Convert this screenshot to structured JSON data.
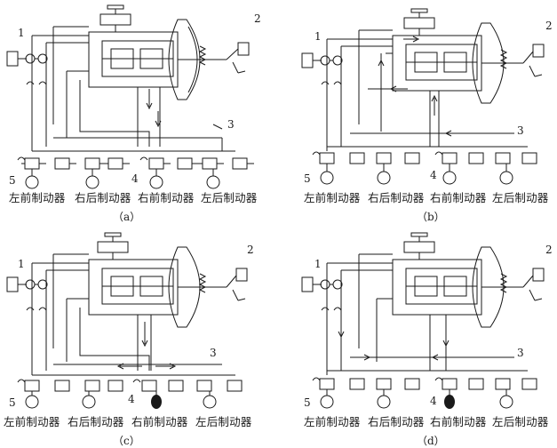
{
  "panels": [
    {
      "caption": "（a）",
      "wheel_labels": [
        "左前制动器",
        "右后制动器",
        "右前制动器",
        "左后制动器"
      ],
      "numbers": {
        "n1": "1",
        "n2": "2",
        "n3": "3",
        "n4": "4",
        "n5": "5"
      }
    },
    {
      "caption": "（b）",
      "wheel_labels": [
        "左前制动器",
        "右后制动器",
        "右前制动器",
        "左后制动器"
      ],
      "numbers": {
        "n1": "1",
        "n2": "2",
        "n3": "3",
        "n4": "4",
        "n5": "5"
      }
    },
    {
      "caption": "（c）",
      "wheel_labels": [
        "左前制动器",
        "右后制动器",
        "右前制动器",
        "左后制动器"
      ],
      "numbers": {
        "n1": "1",
        "n2": "2",
        "n3": "3",
        "n4": "4",
        "n5": "5"
      }
    },
    {
      "caption": "（d）",
      "wheel_labels": [
        "左前制动器",
        "右后制动器",
        "右前制动器",
        "左后制动器"
      ],
      "numbers": {
        "n1": "1",
        "n2": "2",
        "n3": "3",
        "n4": "4",
        "n5": "5"
      }
    }
  ],
  "colors": {
    "line": "#1a1a1a",
    "background": "#ffffff"
  },
  "icons": {
    "reservoir": "fluid-reservoir-icon",
    "booster": "vacuum-booster-icon",
    "pedal": "brake-pedal-icon",
    "valve": "solenoid-valve-icon",
    "brake": "brake-disc-icon",
    "pump": "pump-icon"
  }
}
